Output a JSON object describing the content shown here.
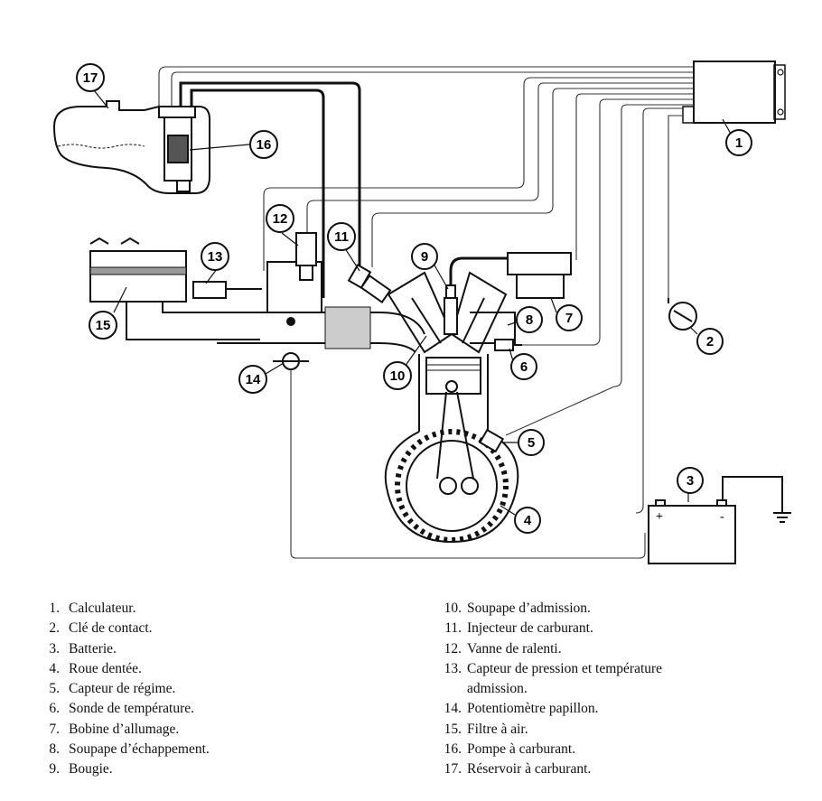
{
  "callouts": [
    "1",
    "2",
    "3",
    "4",
    "5",
    "6",
    "7",
    "8",
    "9",
    "10",
    "11",
    "12",
    "13",
    "14",
    "15",
    "16",
    "17"
  ],
  "battery": {
    "plus": "+",
    "minus": "-"
  },
  "legend_left": [
    {
      "num": "1.",
      "text": "Calculateur."
    },
    {
      "num": "2.",
      "text": "Clé de contact."
    },
    {
      "num": "3.",
      "text": "Batterie."
    },
    {
      "num": "4.",
      "text": "Roue dentée."
    },
    {
      "num": "5.",
      "text": "Capteur de régime."
    },
    {
      "num": "6.",
      "text": "Sonde de température."
    },
    {
      "num": "7.",
      "text": "Bobine d’allumage."
    },
    {
      "num": "8.",
      "text": "Soupape d’échappement."
    },
    {
      "num": "9.",
      "text": "Bougie."
    }
  ],
  "legend_right": [
    {
      "num": "10.",
      "text": "Soupape d’admission."
    },
    {
      "num": "11.",
      "text": "Injecteur de carburant."
    },
    {
      "num": "12.",
      "text": "Vanne de ralenti."
    },
    {
      "num": "13.",
      "text": "Capteur de pression et température",
      "cont": "admission."
    },
    {
      "num": "14.",
      "text": "Potentiomètre papillon."
    },
    {
      "num": "15.",
      "text": "Filtre à air."
    },
    {
      "num": "16.",
      "text": "Pompe à carburant."
    },
    {
      "num": "17.",
      "text": "Réservoir à carburant."
    }
  ]
}
